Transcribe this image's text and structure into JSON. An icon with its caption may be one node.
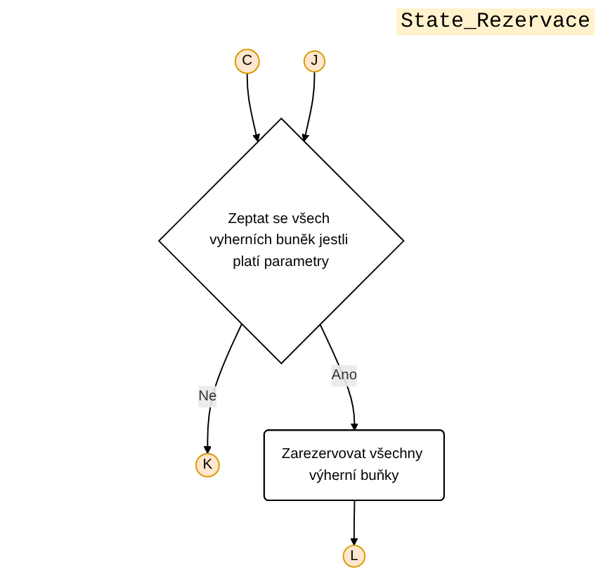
{
  "diagram": {
    "nodes": [
      {
        "text": [
          "C"
        ]
      },
      {
        "text": [
          "J"
        ]
      },
      {
        "text": [
          "Zeptat se všech vyherních buněk jestli platí parametry"
        ]
      },
      {
        "text": [
          "K"
        ]
      },
      {
        "text": [
          "Zarezervovat všechny výherní buňky"
        ]
      },
      {
        "text": [
          "L"
        ]
      }
    ],
    "edges": [
      {
        "from": 0,
        "to": 2,
        "arrow": "to"
      },
      {
        "from": 1,
        "to": 2,
        "arrow": "to"
      },
      {
        "from": 2,
        "to": 3,
        "arrow": "to",
        "label": "Ne"
      },
      {
        "from": 2,
        "to": 4,
        "arrow": "to",
        "label": "Ano"
      },
      {
        "from": 4,
        "to": 5,
        "arrow": "to"
      }
    ],
    "labels": [
      "State_Rezervace"
    ]
  }
}
